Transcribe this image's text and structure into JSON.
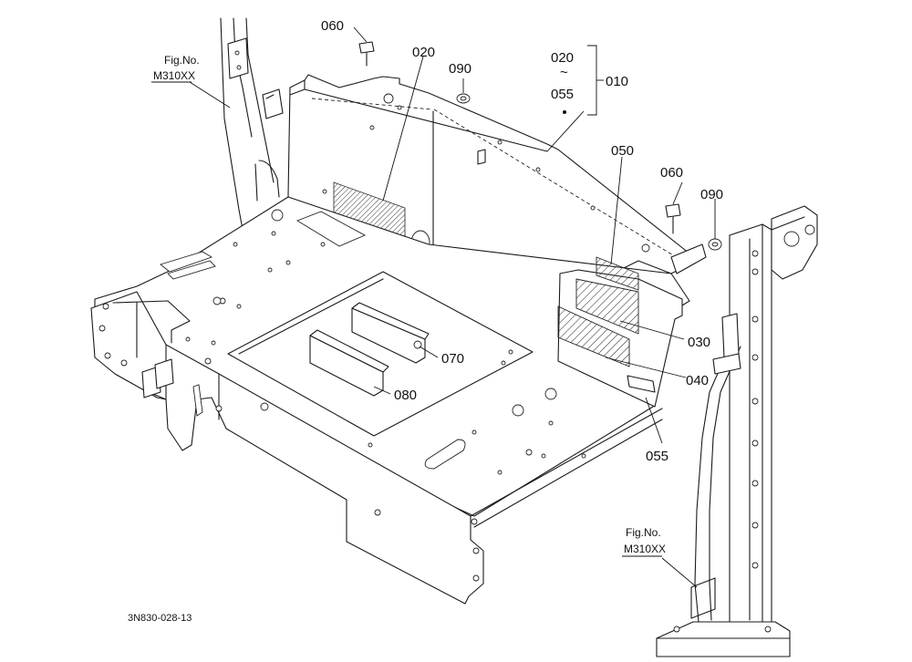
{
  "callouts": {
    "c060a": "060",
    "c020": "020",
    "c090a": "090",
    "c010_top": "020",
    "c010_tilde": "~",
    "c010_bottom": "055",
    "c010": "010",
    "c050": "050",
    "c060b": "060",
    "c090b": "090",
    "c030": "030",
    "c070": "070",
    "c040": "040",
    "c080": "080",
    "c055": "055"
  },
  "figure_refs": {
    "left": {
      "line1": "Fig.No.",
      "line2": "M310XX"
    },
    "right": {
      "line1": "Fig.No.",
      "line2": "M310XX"
    }
  },
  "drawing_code": "3N830-028-13",
  "colors": {
    "ink": "#1a1a1a",
    "paper": "#ffffff"
  }
}
